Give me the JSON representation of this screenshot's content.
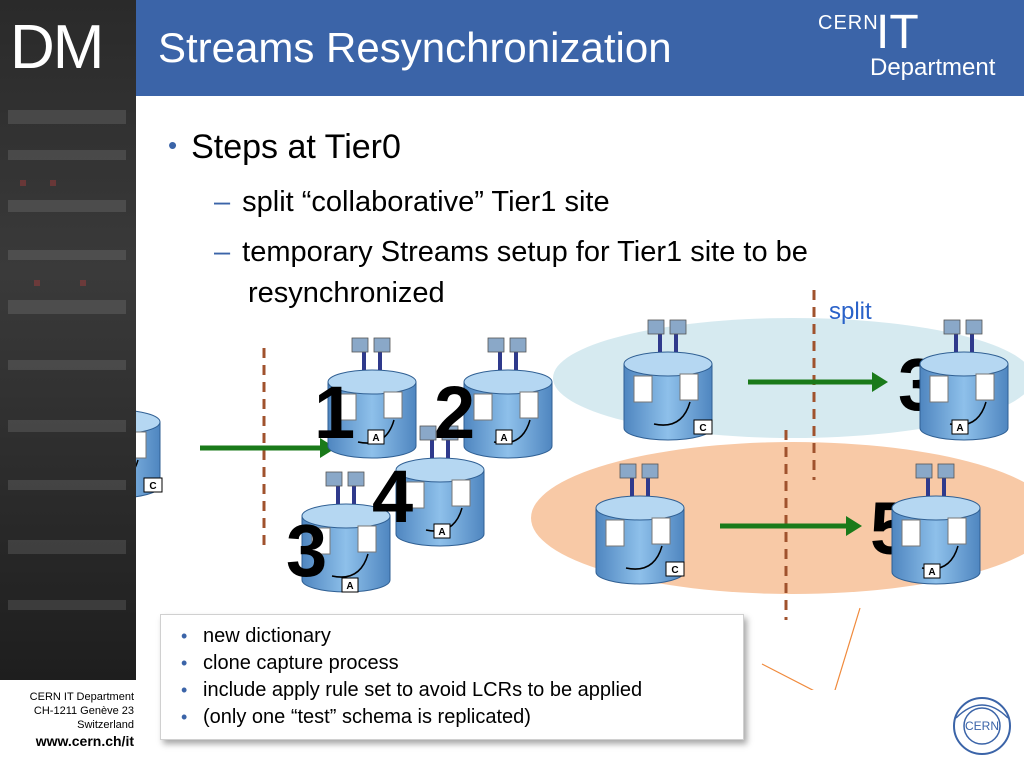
{
  "brand": {
    "dm_logo": "DM",
    "cern_it_cern": "CERN",
    "cern_it_it": "IT",
    "cern_it_department": "Department",
    "cern_seal": "CERN",
    "footer_line1": "CERN IT Department",
    "footer_line2": "CH-1211 Genève 23",
    "footer_line3": "Switzerland",
    "footer_url": "www.cern.ch/it"
  },
  "slide": {
    "title": "Streams Resynchronization",
    "bullet": "Steps at Tier0",
    "sub_bullets": [
      "split “collaborative” Tier1 site",
      "temporary Streams setup for Tier1 site to be",
      "resynchronized"
    ],
    "sub_dash": "–"
  },
  "diagram": {
    "split_label": "split",
    "step_numbers": [
      "1",
      "2",
      "3",
      "4",
      "3",
      "5"
    ],
    "box_apply": "A",
    "box_capture": "C"
  },
  "notes": {
    "items": [
      "new dictionary",
      "clone capture process",
      "include apply rule set to avoid LCRs to be applied",
      "(only one “test” schema is replicated)"
    ]
  },
  "colors": {
    "title_bar": "#3b64a8",
    "arrow_green": "#1a7a1a",
    "split_line": "#a0522d",
    "ellipse_blue": "#d6eaf0",
    "ellipse_orange": "#f8c9a6",
    "db_blue": "#6fa8dc"
  }
}
